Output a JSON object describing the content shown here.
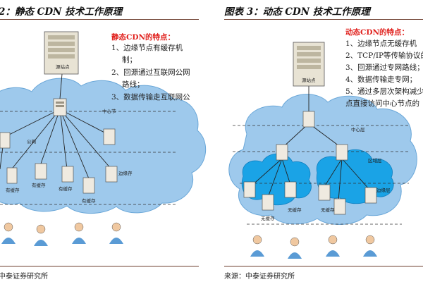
{
  "left": {
    "title": "2：静态 CDN 技术工作原理",
    "features_title": "静态CDN的特点：",
    "features": [
      "1、边缘节点有缓存机",
      "制；",
      "2、回源通过互联网公网",
      "路线；",
      "3、数据传输走互联网公"
    ],
    "labels": {
      "origin": "源站点",
      "center": "中心节",
      "public_net": "公网",
      "edge": "边缘存",
      "cache": "有缓存"
    },
    "source": "中泰证券研究所"
  },
  "right": {
    "title": "图表 3：动态 CDN 技术工作原理",
    "features_title": "动态CDN的特点：",
    "features": [
      "1、边缘节点无缓存机",
      "2、TCP/IP等传输协议的",
      "3、回源通过专网路线；",
      "4、数据传输走专网；",
      "5、通过多层次架构减少",
      "点直接访问中心节点的"
    ],
    "labels": {
      "origin": "源站点",
      "center_layer": "中心层",
      "region_layer": "区域层",
      "edge_layer": "边缘层",
      "no_cache": "无缓存"
    },
    "source": "来源：中泰证券研究所"
  },
  "colors": {
    "cloud_fill": "#9ec9ec",
    "cloud_border": "#6aa7d8",
    "region_cloud": "#1aa3e6",
    "title_accent": "#e0201c",
    "rule": "#6b3b2b",
    "user": "#5a9bd5"
  }
}
